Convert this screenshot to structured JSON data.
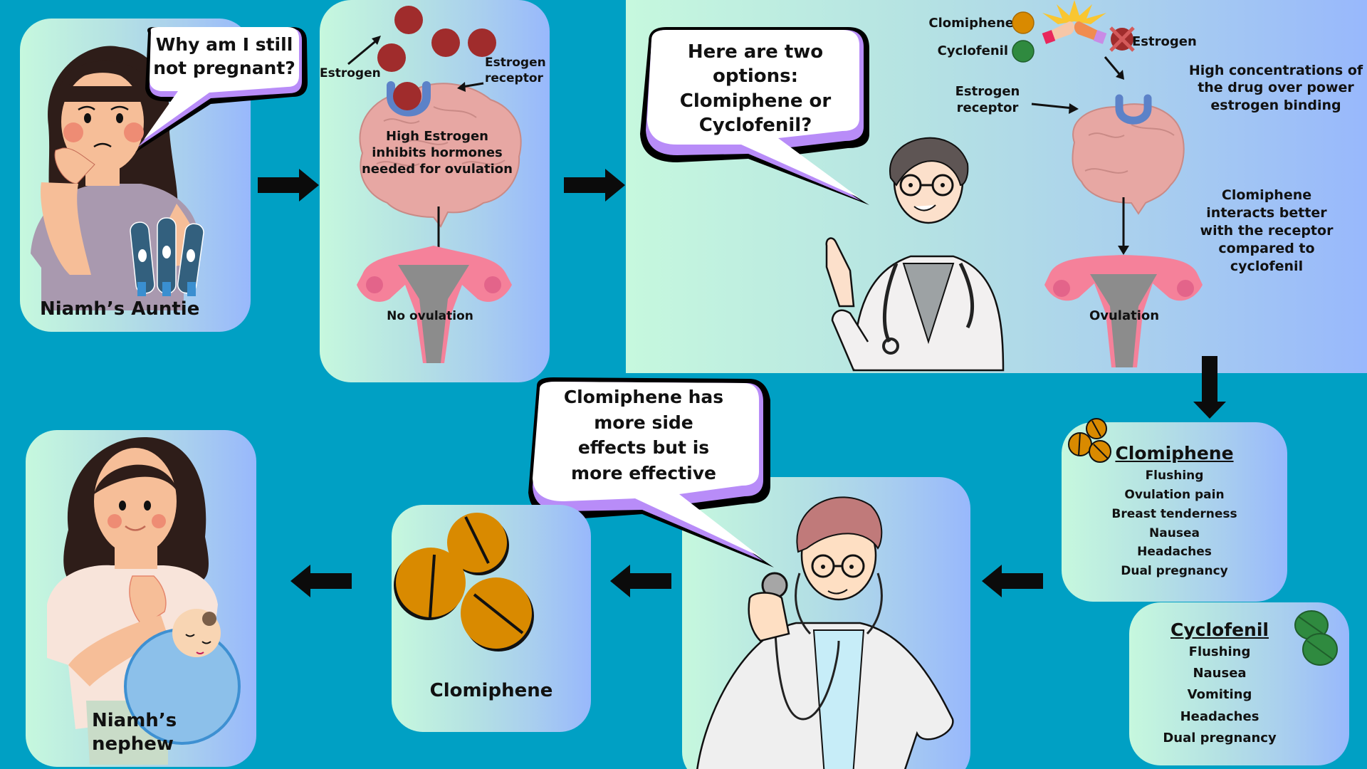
{
  "colors": {
    "background": "#00A0C4",
    "estrogen": "#A02C2C",
    "receptor": "#5C82C8",
    "clomiphene_pill": "#D98A00",
    "cyclofenil_pill": "#2F8A3F",
    "bubble_accent": "#B88CF8",
    "uterus": "#F5819A"
  },
  "panel1": {
    "speech": [
      "Why am I still",
      "not pregnant?"
    ],
    "caption": "Niamh’s Auntie",
    "icons": [
      "sad-woman-illustration",
      "pregnancy-test-icon"
    ]
  },
  "panel2": {
    "estrogen_label": "Estrogen",
    "receptor_label": [
      "Estrogen",
      "receptor"
    ],
    "brain_text": [
      "High Estrogen",
      "inhibits hormones",
      "needed for ovulation"
    ],
    "outcome": "No ovulation"
  },
  "panel3": {
    "speech": [
      "Here are two options:",
      "Clomiphene or",
      "Cyclofenil?"
    ],
    "legend": {
      "clomiphene": "Clomiphene",
      "cyclofenil": "Cyclofenil",
      "estrogen": "Estrogen"
    },
    "receptor_label": [
      "Estrogen",
      "receptor"
    ],
    "note1": [
      "High concentrations of",
      "the drug over power",
      "estrogen binding"
    ],
    "note2": [
      "Clomiphene",
      "interacts better",
      "with the receptor",
      "compared to",
      "cyclofenil"
    ],
    "outcome": "Ovulation"
  },
  "clomiphene_box": {
    "title": "Clomiphene",
    "side_effects": [
      "Flushing",
      "Ovulation pain",
      "Breast tenderness",
      "Nausea",
      "Headaches",
      "Dual pregnancy"
    ]
  },
  "cyclofenil_box": {
    "title": "Cyclofenil",
    "side_effects": [
      "Flushing",
      "Nausea",
      "Vomiting",
      "Headaches",
      "Dual pregnancy"
    ]
  },
  "doctor2": {
    "speech": [
      "Clomiphene has",
      "more side",
      "effects but is",
      "more effective"
    ]
  },
  "pill_panel": {
    "caption": "Clomiphene"
  },
  "final_panel": {
    "caption": "Niamh’s nephew"
  }
}
